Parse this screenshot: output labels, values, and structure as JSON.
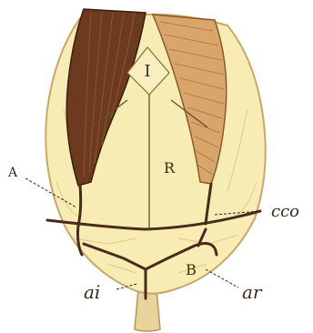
{
  "labels": {
    "I": "I",
    "R": "R",
    "A": "A",
    "B": "B",
    "cco": "cco",
    "ai": "ai",
    "ar": "ar"
  },
  "colors": {
    "body_fill": "#f6ecb4",
    "body_stroke": "#c9a76a",
    "suture": "#4a2a1a",
    "dark_arm": "#6b3a1f",
    "light_arm": "#d8a56a",
    "stalk": "#e8d49a"
  }
}
